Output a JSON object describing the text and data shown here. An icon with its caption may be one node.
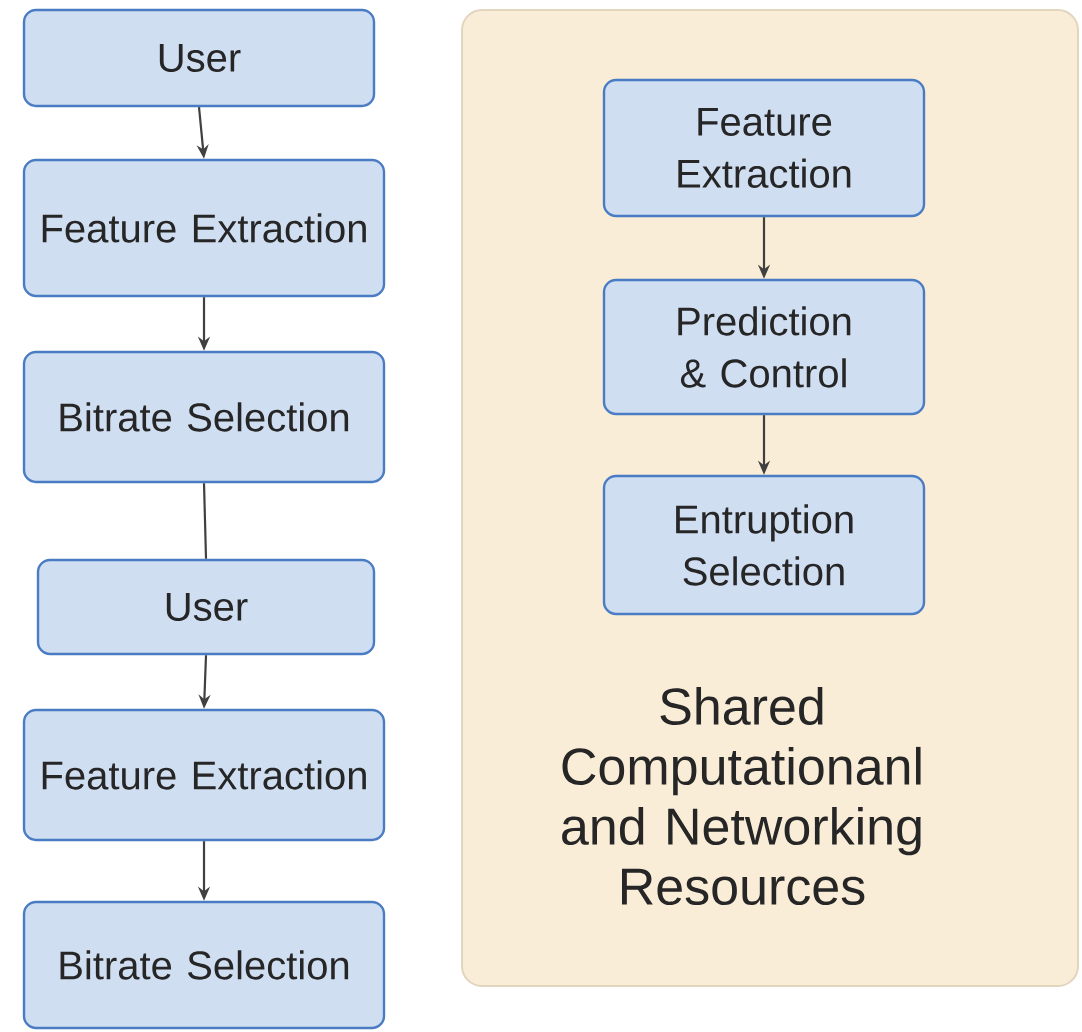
{
  "diagram": {
    "nodes": [
      {
        "text": [
          "User"
        ]
      },
      {
        "text": [
          "Feature Extraction"
        ]
      },
      {
        "text": [
          "Bitrate Selection"
        ]
      },
      {
        "text": [
          "User"
        ]
      },
      {
        "text": [
          "Feature Extraction"
        ]
      },
      {
        "text": [
          "Bitrate Selection"
        ]
      },
      {
        "text": [
          "Shared Computationanl and Networking Resources"
        ]
      },
      {
        "text": [
          "Feature Extraction"
        ],
        "in": 6
      },
      {
        "text": [
          "Prediction & Control"
        ],
        "in": 6
      },
      {
        "text": [
          "Entruption Selection"
        ],
        "in": 6
      }
    ],
    "edges": [
      {
        "from": 0,
        "to": 1,
        "arrow": "to"
      },
      {
        "from": 1,
        "to": 2,
        "arrow": "to"
      },
      {
        "from": 2,
        "to": 3,
        "arrow": "none"
      },
      {
        "from": 3,
        "to": 4,
        "arrow": "to"
      },
      {
        "from": 4,
        "to": 5,
        "arrow": "to"
      },
      {
        "from": 7,
        "to": 8,
        "arrow": "to"
      },
      {
        "from": 8,
        "to": 9,
        "arrow": "to"
      }
    ]
  }
}
